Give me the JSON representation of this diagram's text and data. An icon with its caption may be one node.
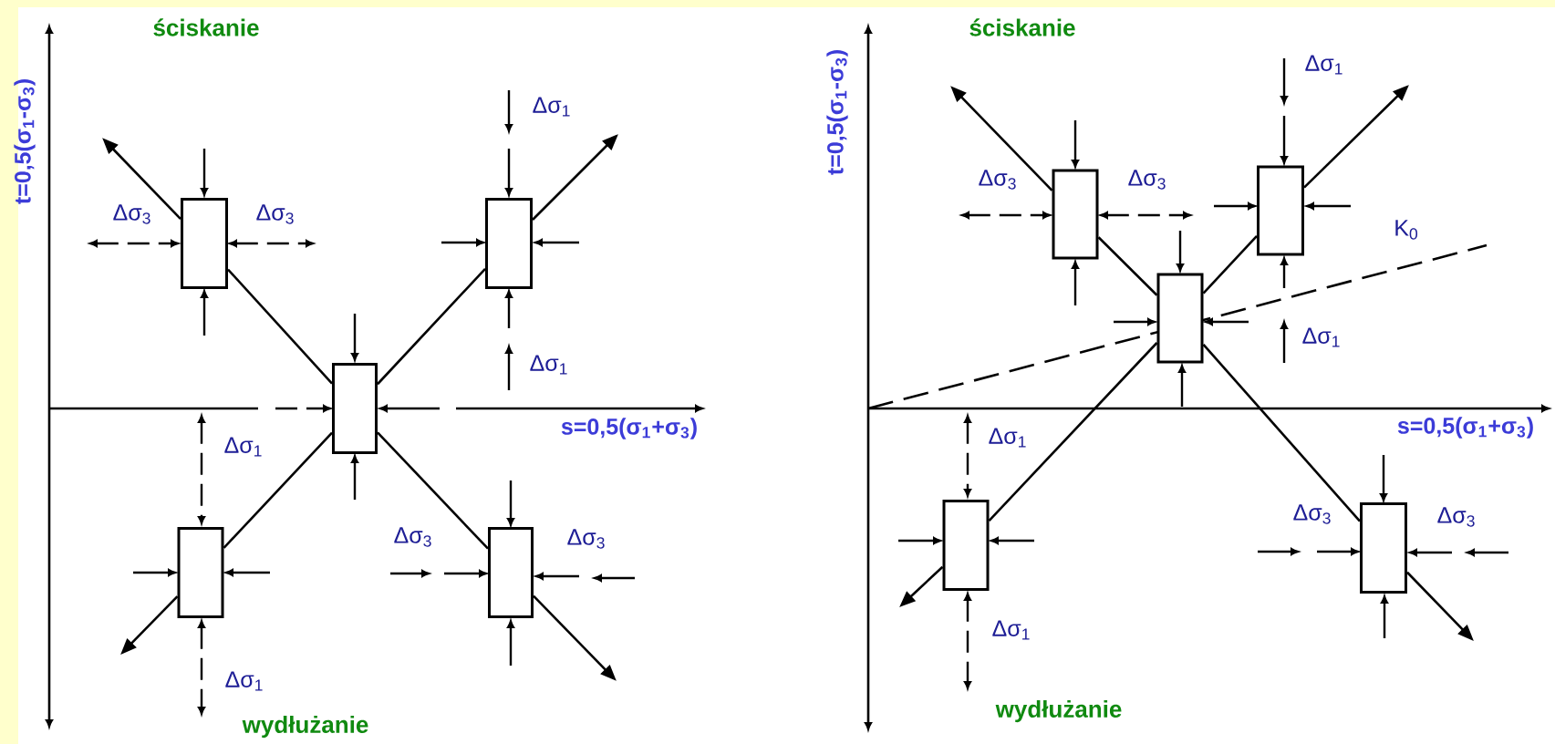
{
  "diagram": {
    "nodes": [
      {
        "text": [],
        "shape": "box"
      },
      {
        "text": [],
        "shape": "box"
      },
      {
        "text": [],
        "shape": "box"
      },
      {
        "text": [],
        "shape": "box"
      },
      {
        "text": [],
        "shape": "box"
      },
      {
        "text": [],
        "shape": "box"
      },
      {
        "text": [],
        "shape": "box"
      },
      {
        "text": [],
        "shape": "box"
      },
      {
        "text": [],
        "shape": "box"
      },
      {
        "text": [],
        "shape": "box"
      }
    ],
    "edges": [
      {
        "from": 2,
        "to": 0,
        "arrow": "none"
      },
      {
        "from": 2,
        "to": 1,
        "arrow": "none"
      },
      {
        "from": 2,
        "to": 3,
        "arrow": "none"
      },
      {
        "from": 2,
        "to": 4,
        "arrow": "none"
      },
      {
        "from": 0,
        "to": null,
        "arrow": "to"
      },
      {
        "from": 1,
        "to": null,
        "arrow": "to"
      },
      {
        "from": 3,
        "to": null,
        "arrow": "to"
      },
      {
        "from": 4,
        "to": null,
        "arrow": "to"
      },
      {
        "from": 7,
        "to": 5,
        "arrow": "none"
      },
      {
        "from": 7,
        "to": 6,
        "arrow": "none"
      },
      {
        "from": 7,
        "to": 8,
        "arrow": "none"
      },
      {
        "from": 7,
        "to": 9,
        "arrow": "none"
      },
      {
        "from": 5,
        "to": null,
        "arrow": "to"
      },
      {
        "from": 6,
        "to": null,
        "arrow": "to"
      },
      {
        "from": 8,
        "to": null,
        "arrow": "to"
      },
      {
        "from": 9,
        "to": null,
        "arrow": "to"
      }
    ],
    "labels": [
      "ściskanie",
      "t=0,5(σ$_{1}$-σ$_{3}$)",
      "Δσ$_{1}$",
      "Δσ$_{3}$",
      "Δσ$_{3}$",
      "Δσ$_{1}$",
      "Δσ$_{1}$",
      "s=0,5(σ$_{1}$+σ$_{3}$)",
      "Δσ$_{3}$",
      "Δσ$_{3}$",
      "Δσ$_{1}$",
      "wydłużanie",
      "ściskanie",
      "t=0,5(σ$_{1}$-σ$_{3}$)",
      "Δσ$_{1}$",
      "Δσ$_{3}$",
      "Δσ$_{3}$",
      "K$_{0}$",
      "Δσ$_{1}$",
      "s=0,5(σ$_{1}$+σ$_{3}$)",
      "Δσ$_{1}$",
      "Δσ$_{3}$",
      "Δσ$_{3}$",
      "Δσ$_{1}$",
      "wydłużanie"
    ]
  }
}
